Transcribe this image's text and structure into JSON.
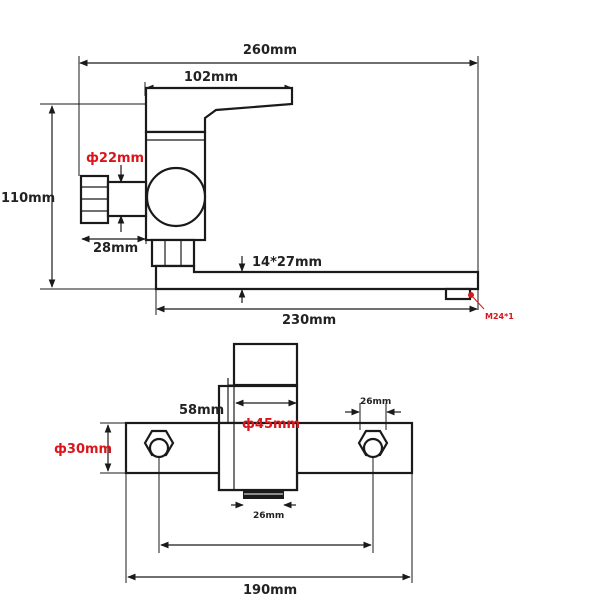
{
  "side_view": {
    "overall_width": "260mm",
    "handle_length": "102mm",
    "height": "110mm",
    "inlet_diameter": "ф22mm",
    "inlet_length": "28mm",
    "spout_height": "14*27mm",
    "spout_length": "230mm",
    "thread": "M24*1"
  },
  "top_view": {
    "body_height": "58mm",
    "body_diameter": "ф45mm",
    "bar_diameter": "ф30mm",
    "nut_size": "26mm",
    "bottom_nut_size": "26mm",
    "overall_width": "190mm"
  },
  "colors": {
    "accent_red": "#d9161c",
    "line": "#1a1a1a"
  }
}
